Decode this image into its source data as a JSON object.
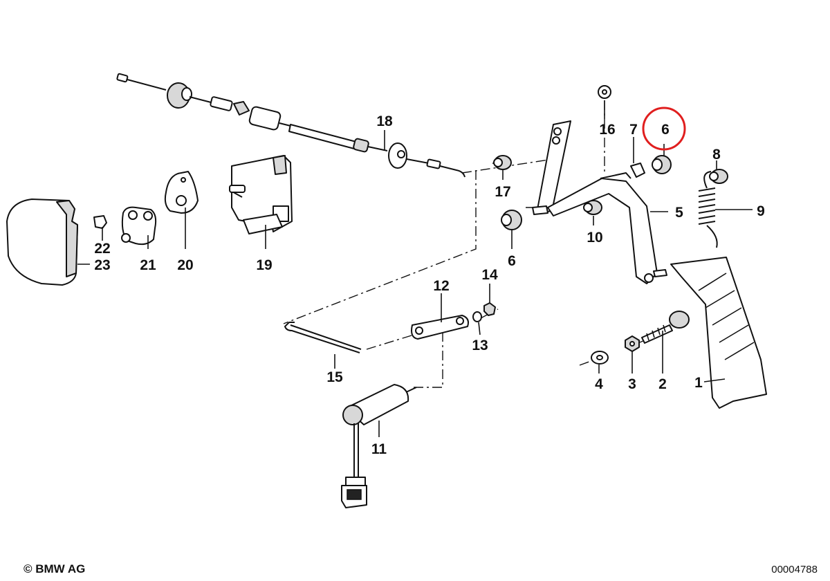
{
  "diagram": {
    "callouts": [
      "1",
      "2",
      "3",
      "4",
      "5",
      "6",
      "6",
      "7",
      "8",
      "9",
      "10",
      "11",
      "12",
      "13",
      "14",
      "15",
      "16",
      "17",
      "18",
      "19",
      "20",
      "21",
      "22",
      "23"
    ]
  },
  "footer": {
    "copyright": "© BMW AG",
    "image_number": "00004788"
  },
  "colors": {
    "highlight": "#e01e1e",
    "line": "#111111",
    "background": "#ffffff"
  }
}
